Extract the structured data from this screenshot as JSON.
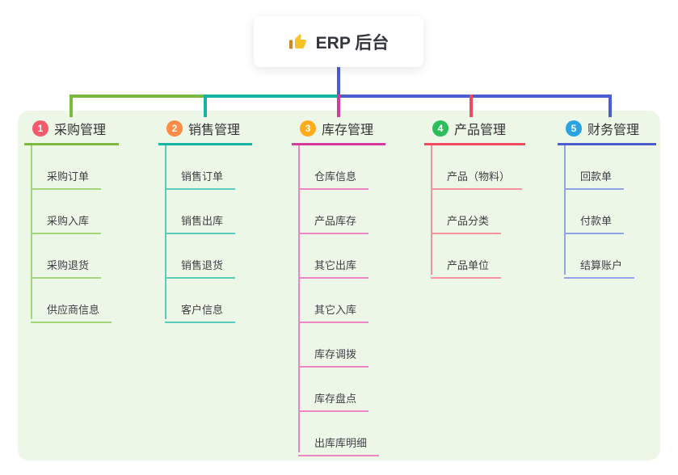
{
  "root": {
    "label": "ERP 后台",
    "icon": "thumbs-up"
  },
  "connectors": {
    "root_color": "#4a5ecf"
  },
  "colors": {
    "page_background": "#ffffff",
    "panel_background": "#edf7e8",
    "text": "#333333"
  },
  "branches": [
    {
      "number": "1",
      "label": "采购管理",
      "badge_color": "#f35b6a",
      "line_color": "#7cb93f",
      "child_line_color": "#a3d57a",
      "children": [
        "采购订单",
        "采购入库",
        "采购退货",
        "供应商信息"
      ]
    },
    {
      "number": "2",
      "label": "销售管理",
      "badge_color": "#ff8b44",
      "line_color": "#15b3a3",
      "child_line_color": "#59cabc",
      "children": [
        "销售订单",
        "销售出库",
        "销售退货",
        "客户信息"
      ]
    },
    {
      "number": "3",
      "label": "库存管理",
      "badge_color": "#ffac1c",
      "line_color": "#d8379e",
      "child_line_color": "#ed86c6",
      "children": [
        "仓库信息",
        "产品库存",
        "其它出库",
        "其它入库",
        "库存调拨",
        "库存盘点",
        "出库库明细"
      ]
    },
    {
      "number": "4",
      "label": "产品管理",
      "badge_color": "#2ebd5b",
      "line_color": "#f4495d",
      "child_line_color": "#f7929e",
      "children": [
        "产品（物料）",
        "产品分类",
        "产品单位"
      ]
    },
    {
      "number": "5",
      "label": "财务管理",
      "badge_color": "#2aa4e0",
      "line_color": "#4a5ecf",
      "child_line_color": "#8fa3e6",
      "children": [
        "回款单",
        "付款单",
        "结算账户"
      ]
    }
  ]
}
